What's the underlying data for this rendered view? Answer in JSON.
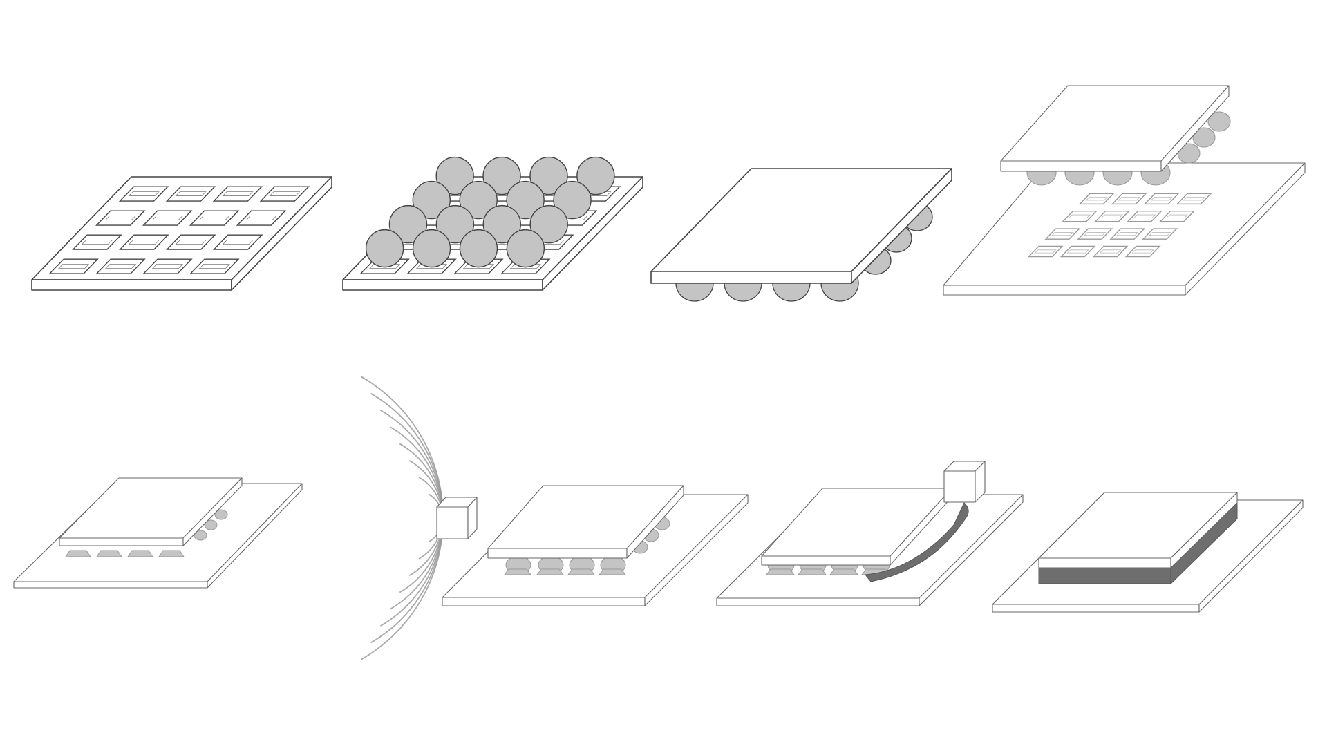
{
  "figure": {
    "description_text": "",
    "colors": {
      "background": "#ffffff",
      "outline": "#444444",
      "light_outline": "#9a9a9a",
      "solder": "#c4c4c4",
      "underfill": "#6e6e6e",
      "face": "#ffffff"
    },
    "steps": [
      {
        "id": "step-1",
        "icon": "substrate-with-pads"
      },
      {
        "id": "step-2",
        "icon": "solder-balls-on-pads"
      },
      {
        "id": "step-3",
        "icon": "flipped-chip"
      },
      {
        "id": "step-4",
        "icon": "chip-aligned-over-board"
      },
      {
        "id": "step-5",
        "icon": "heat-reflow"
      },
      {
        "id": "step-6",
        "icon": "chip-bonded"
      },
      {
        "id": "step-7",
        "icon": "underfill-dispense"
      },
      {
        "id": "step-8",
        "icon": "encapsulated-package"
      }
    ]
  }
}
